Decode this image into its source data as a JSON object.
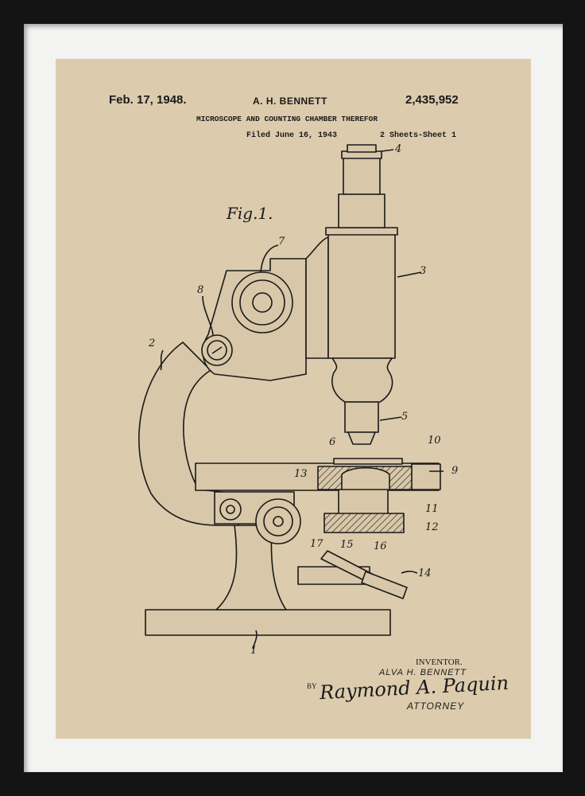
{
  "poster": {
    "header": {
      "date": "Feb. 17, 1948.",
      "inventor_short": "A. H. BENNETT",
      "patent_number": "2,435,952",
      "title": "MICROSCOPE AND COUNTING CHAMBER THEREFOR",
      "filed": "Filed June 16, 1943",
      "sheets": "2 Sheets-Sheet 1"
    },
    "figure_label": "Fig.1.",
    "reference_numbers": [
      "1",
      "2",
      "3",
      "4",
      "5",
      "6",
      "7",
      "8",
      "9",
      "10",
      "11",
      "12",
      "13",
      "14",
      "15",
      "16",
      "17"
    ],
    "footer": {
      "inventor_label": "INVENTOR.",
      "inventor_name": "ALVA H. BENNETT",
      "by": "BY",
      "signature": "Raymond A. Paquin",
      "attorney_label": "ATTORNEY"
    },
    "colors": {
      "frame": "#141414",
      "mat": "#f3f3f1",
      "paper": "#dccbad",
      "ink": "#1a1a1a"
    }
  }
}
